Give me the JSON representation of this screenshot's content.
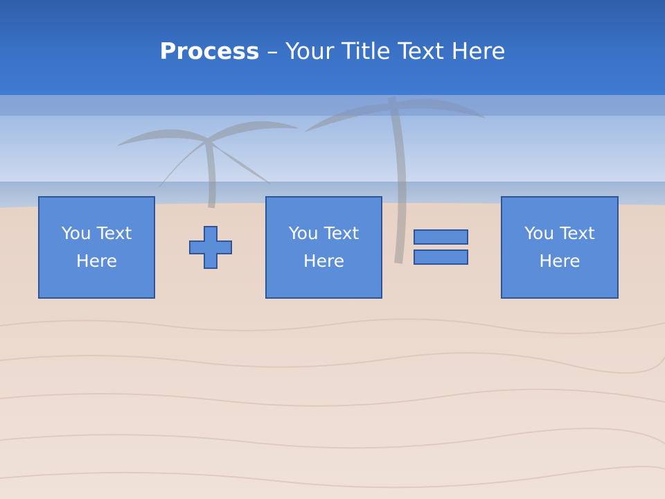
{
  "slide": {
    "title_bold": "Process",
    "title_rest": " – Your Title Text Here"
  },
  "boxes": [
    {
      "text": "You Text Here"
    },
    {
      "text": "You Text Here"
    },
    {
      "text": "You Text Here"
    }
  ],
  "operators": [
    "plus-icon",
    "equals-icon"
  ],
  "colors": {
    "title_bar": "#3a72c6",
    "box_fill": "#5b8dd8",
    "box_border": "#2f5597",
    "text": "#ffffff"
  }
}
